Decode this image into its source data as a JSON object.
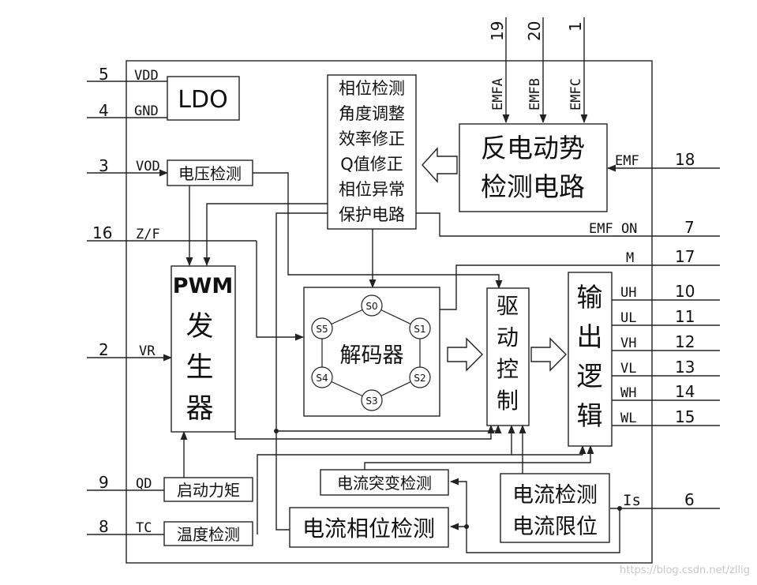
{
  "pins": {
    "p5": "5",
    "p4": "4",
    "p3": "3",
    "p16": "16",
    "p2": "2",
    "p9": "9",
    "p8": "8",
    "p19": "19",
    "p20": "20",
    "p1": "1",
    "p18": "18",
    "p7": "7",
    "p17": "17",
    "p10": "10",
    "p11": "11",
    "p12": "12",
    "p13": "13",
    "p14": "14",
    "p15": "15",
    "p6": "6"
  },
  "signals": {
    "vdd": "VDD",
    "gnd": "GND",
    "vod": "VOD",
    "zf": "Z/F",
    "vr": "VR",
    "qd": "QD",
    "tc": "TC",
    "emfa": "EMFA",
    "emfb": "EMFB",
    "emfc": "EMFC",
    "emf": "EMF",
    "emf_on": "EMF_ON",
    "m": "M",
    "uh": "UH",
    "ul": "UL",
    "vh": "VH",
    "vl": "VL",
    "wh": "WH",
    "wl": "WL",
    "is": "Is"
  },
  "blocks": {
    "ldo": "LDO",
    "voltage_detect": "电压检测",
    "phase_lines": [
      "相位检测",
      "角度调整",
      "效率修正",
      "Q值修正",
      "相位异常",
      "保护电路"
    ],
    "bemf_lines": [
      "反电动势",
      "检测电路"
    ],
    "pwm_lines": [
      "PWM",
      "发",
      "生",
      "器"
    ],
    "decoder": "解码器",
    "states": [
      "S0",
      "S1",
      "S2",
      "S3",
      "S4",
      "S5"
    ],
    "drive_lines": [
      "驱",
      "动",
      "控",
      "制"
    ],
    "output_lines": [
      "输",
      "出",
      "逻",
      "辑"
    ],
    "start_torque": "启动力矩",
    "temp_detect": "温度检测",
    "current_jump": "电流突变检测",
    "current_phase": "电流相位检测",
    "current_lines": [
      "电流检测",
      "电流限位"
    ]
  },
  "watermark": "https://blog.csdn.net/zllig"
}
